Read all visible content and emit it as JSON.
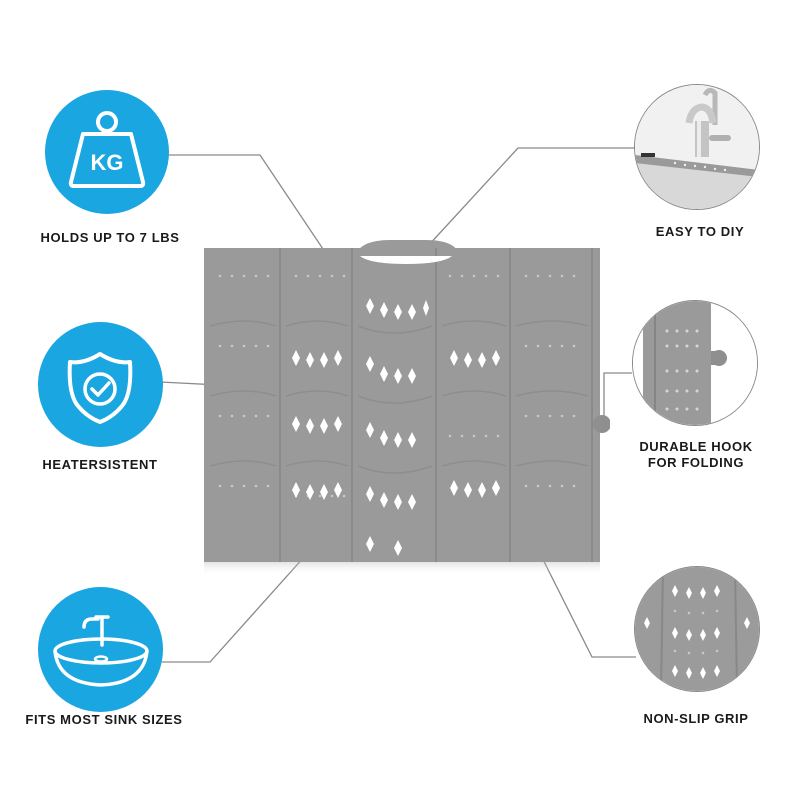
{
  "features": {
    "weight": {
      "label": "HOLDS UP TO 7 LBS",
      "icon": "weight-kg-icon",
      "icon_text": "KG"
    },
    "heat": {
      "label": "HEATERSISTENT",
      "icon": "shield-check-icon"
    },
    "sink": {
      "label": "FITS MOST SINK SIZES",
      "icon": "sink-basin-icon"
    },
    "diy": {
      "label": "EASY TO DIY",
      "image": "faucet-detail"
    },
    "hook_line1": "DURABLE HOOK",
    "hook_line2": "FOR FOLDING",
    "grip": {
      "label": "NON-SLIP GRIP",
      "image": "mat-texture-detail"
    }
  },
  "colors": {
    "accent": "#1aa6e0",
    "mat": "#9a9a9a",
    "mat_dark": "#8c8c8c",
    "leader": "#8a8a8a"
  }
}
